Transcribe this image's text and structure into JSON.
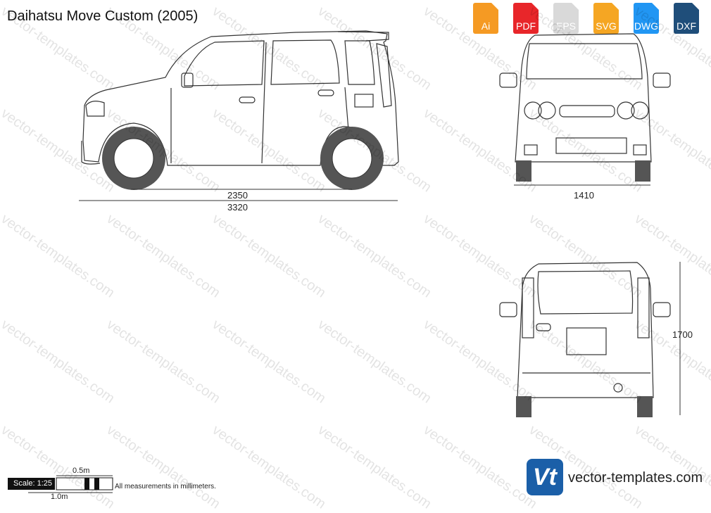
{
  "title": "Daihatsu Move Custom (2005)",
  "formats": [
    {
      "label": "Ai",
      "color": "#f59a23"
    },
    {
      "label": "PDF",
      "color": "#e8262a"
    },
    {
      "label": "EPS",
      "color": "#d9d9d9"
    },
    {
      "label": "SVG",
      "color": "#f5a623"
    },
    {
      "label": "DWG",
      "color": "#2196f3"
    },
    {
      "label": "DXF",
      "color": "#1f4e7a"
    }
  ],
  "watermark": "vector-templates.com",
  "dimensions": {
    "wheelbase": "2350",
    "length": "3320",
    "width": "1410",
    "height": "1700"
  },
  "scale": {
    "label": "Scale: 1:25",
    "half": "0.5m",
    "full": "1.0m"
  },
  "note": "All measurements in millimeters.",
  "logo": {
    "mark": "Vt",
    "text": "vector-templates.com"
  }
}
